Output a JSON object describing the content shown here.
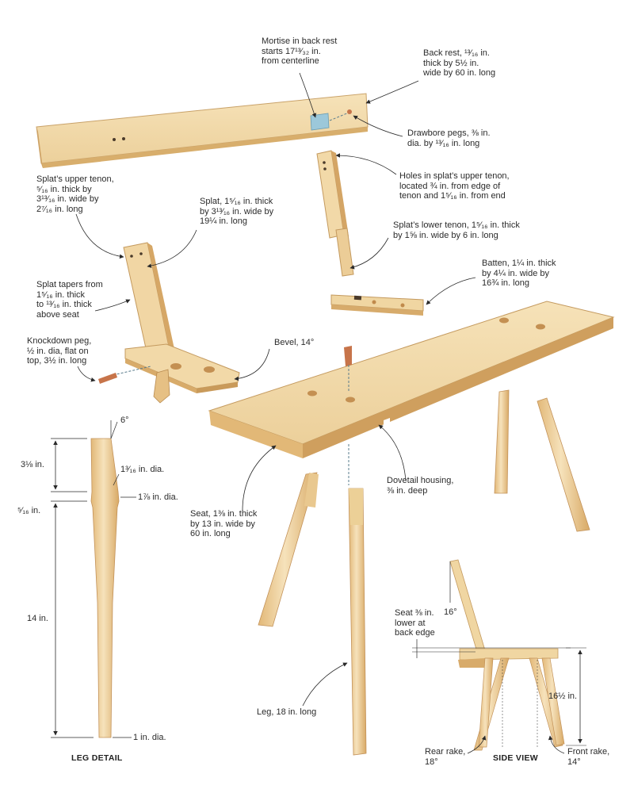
{
  "colors": {
    "wood_light": "#f3dcae",
    "wood_mid": "#e9c88f",
    "wood_dark": "#c99a5a",
    "peg": "#c7744a",
    "housing": "#8fc3d8",
    "line": "#2a2a2a"
  },
  "callouts": {
    "mortise": "Mortise in back rest\nstarts 17¹³⁄₃₂ in.\nfrom centerline",
    "back_rest": "Back rest, ¹³⁄₁₆ in.\nthick by 5½ in.\nwide by 60 in. long",
    "drawbore": "Drawbore pegs, ⅜ in.\ndia. by ¹³⁄₁₆ in. long",
    "upper_tenon": "Splat’s upper tenon,\n⁵⁄₁₆ in. thick by\n3¹³⁄₁₆ in. wide by\n2⁷⁄₁₆ in. long",
    "holes": "Holes in splat’s upper tenon,\nlocated ¾ in. from edge of\ntenon and 1⁵⁄₁₆ in. from end",
    "splat": "Splat, 1⁵⁄₁₆ in. thick\nby 3¹³⁄₁₆ in. wide by\n19¼ in. long",
    "lower_tenon": "Splat’s lower tenon, 1⁵⁄₁₆ in. thick\nby 1⅝ in. wide by 6 in. long",
    "batten": "Batten, 1¼ in. thick\nby 4¼ in. wide by\n16¾ in. long",
    "splat_taper": "Splat tapers from\n1⁵⁄₁₆ in. thick\nto ¹³⁄₁₆ in. thick\nabove seat",
    "bevel": "Bevel, 14°",
    "knockdown": "Knockdown peg,\n½ in. dia, flat on\ntop, 3½ in. long",
    "dovetail": "Dovetail housing,\n⅜ in. deep",
    "seat": "Seat, 1⅜ in. thick\nby 13 in. wide by\n60 in. long",
    "leg": "Leg, 18 in. long",
    "seat_lower": "Seat ⅜ in.\nlower at\nback edge",
    "rear_rake": "Rear rake,\n18°",
    "front_rake": "Front rake,\n14°"
  },
  "leg_detail": {
    "caption": "LEG DETAIL",
    "angle": "6°",
    "dim_top": "3⅛ in.",
    "dia_top": "1³⁄₁₆ in. dia.",
    "dia_collar": "1⅞ in. dia.",
    "dim_collar": "⁵⁄₁₆ in.",
    "dim_main": "14 in.",
    "dia_foot": "1 in. dia."
  },
  "side_view": {
    "caption": "SIDE VIEW",
    "back_angle": "16°",
    "height": "16½ in."
  }
}
